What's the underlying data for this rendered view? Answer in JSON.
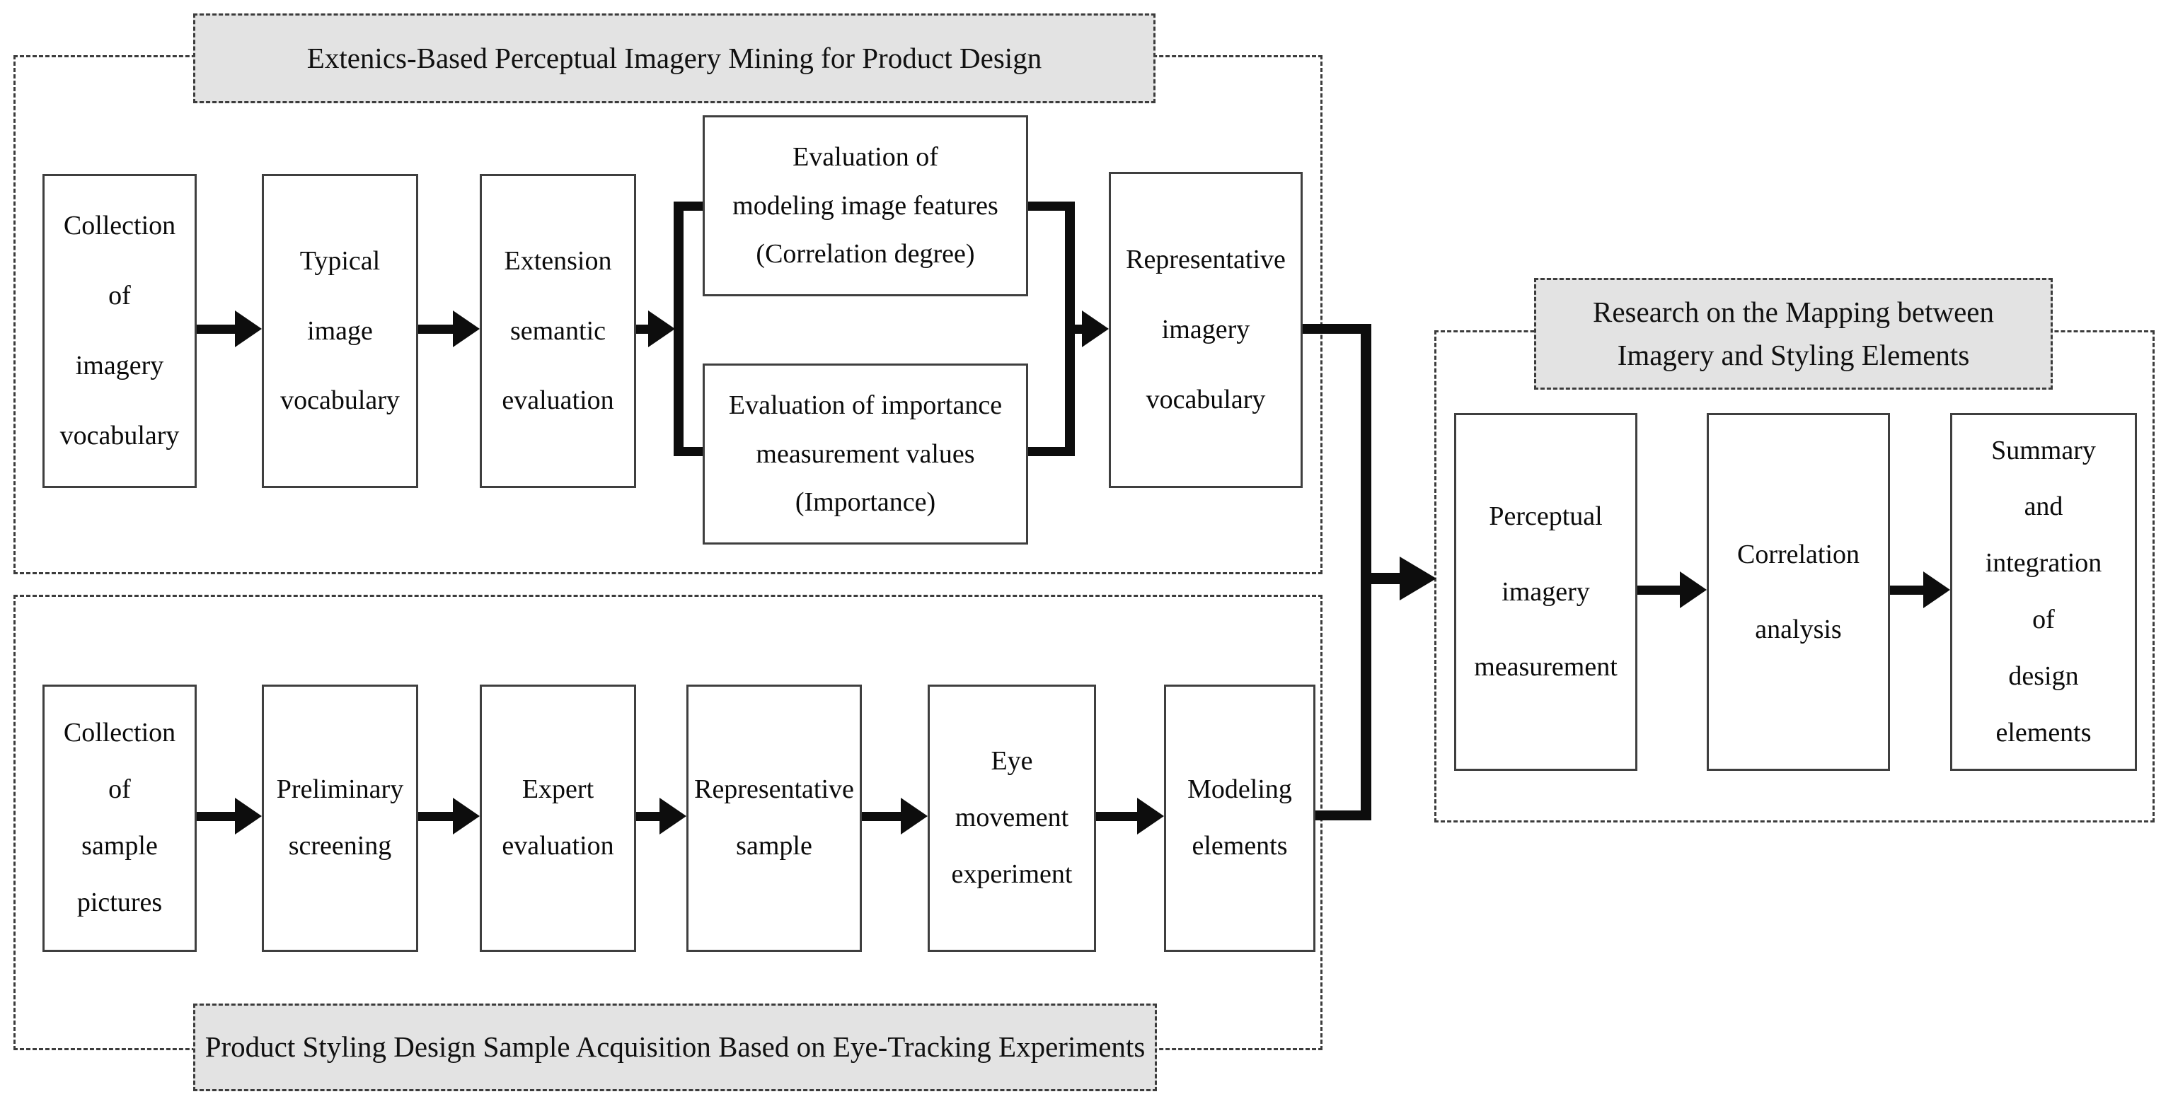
{
  "sections": {
    "top": {
      "title": "Extenics-Based Perceptual Imagery Mining for Product Design",
      "boxes": [
        {
          "label": "Collection\nof\nimagery\nvocabulary"
        },
        {
          "label": "Typical\nimage\nvocabulary"
        },
        {
          "label": "Extension\nsemantic\nevaluation"
        },
        {
          "label": "Evaluation of\nmodeling image features\n(Correlation degree)"
        },
        {
          "label": "Evaluation of importance\nmeasurement values\n(Importance)"
        },
        {
          "label": "Representative\nimagery\nvocabulary"
        }
      ]
    },
    "bottom": {
      "title": "Product Styling Design Sample Acquisition Based on Eye-Tracking Experiments",
      "boxes": [
        {
          "label": "Collection\nof\nsample\npictures"
        },
        {
          "label": "Preliminary\nscreening"
        },
        {
          "label": "Expert\nevaluation"
        },
        {
          "label": "Representative\nsample"
        },
        {
          "label": "Eye\nmovement\nexperiment"
        },
        {
          "label": "Modeling\nelements"
        }
      ]
    },
    "right": {
      "title": "Research on the Mapping between\nImagery and Styling Elements",
      "boxes": [
        {
          "label": "Perceptual\nimagery\nmeasurement"
        },
        {
          "label": "Correlation\nanalysis"
        },
        {
          "label": "Summary\nand\nintegration\nof\ndesign\nelements"
        }
      ]
    }
  },
  "colors": {
    "title_fill": "#e3e3e3",
    "box_border": "#3f3f3f",
    "dashed_border": "#3c3c3c",
    "connector": "#0d0d0d",
    "background": "#ffffff"
  }
}
